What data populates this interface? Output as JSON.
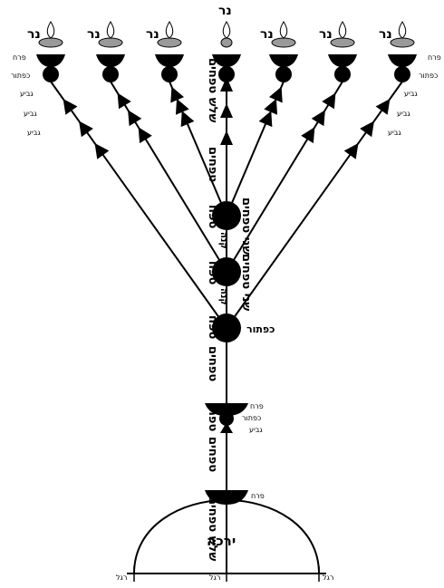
{
  "diagram": {
    "colors": {
      "ink": "#000000",
      "cup_fill": "#9a9a9a",
      "flame_fill": "#ffffff",
      "background": "#ffffff"
    },
    "labels": {
      "lamp": "נר",
      "blossom": "פרח",
      "knob": "כפתור",
      "cup": "גביע",
      "foot": "רגל",
      "thigh": "ירכה",
      "branch": "קנה",
      "branch_stack": "קנה",
      "shaft_section": "טפחים",
      "three_sections": "שלש טפחים",
      "two_sections_a": "שני טפחים",
      "two_sections_b": "שני טפחים",
      "under_knob_left": "טפח",
      "under_knob_left_2": "טפח",
      "under_knob_right": "כפתור"
    }
  }
}
